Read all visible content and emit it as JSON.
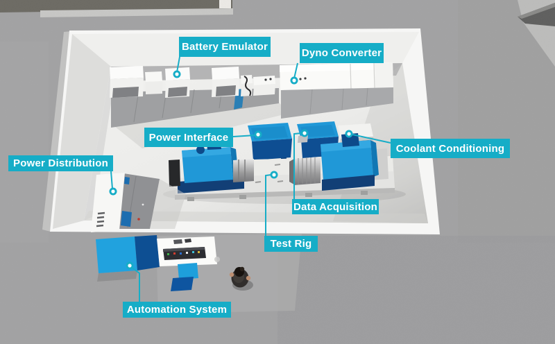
{
  "callouts": [
    {
      "id": "battery-emulator",
      "label": "Battery Emulator"
    },
    {
      "id": "dyno-converter",
      "label": "Dyno Converter"
    },
    {
      "id": "power-interface",
      "label": "Power Interface"
    },
    {
      "id": "coolant-conditioning",
      "label": "Coolant Conditioning"
    },
    {
      "id": "power-distribution",
      "label": "Power Distribution"
    },
    {
      "id": "data-acquisition",
      "label": "Data Acquisition"
    },
    {
      "id": "test-rig",
      "label": "Test Rig"
    },
    {
      "id": "automation-system",
      "label": "Automation System"
    }
  ],
  "colors": {
    "accent": "#16adc7",
    "machine_blue": "#2098d7",
    "machine_navy": "#0e4e92",
    "concrete": "#a2a2a3",
    "room_wall": "#f6f6f5",
    "room_floor": "#ebebe9"
  }
}
